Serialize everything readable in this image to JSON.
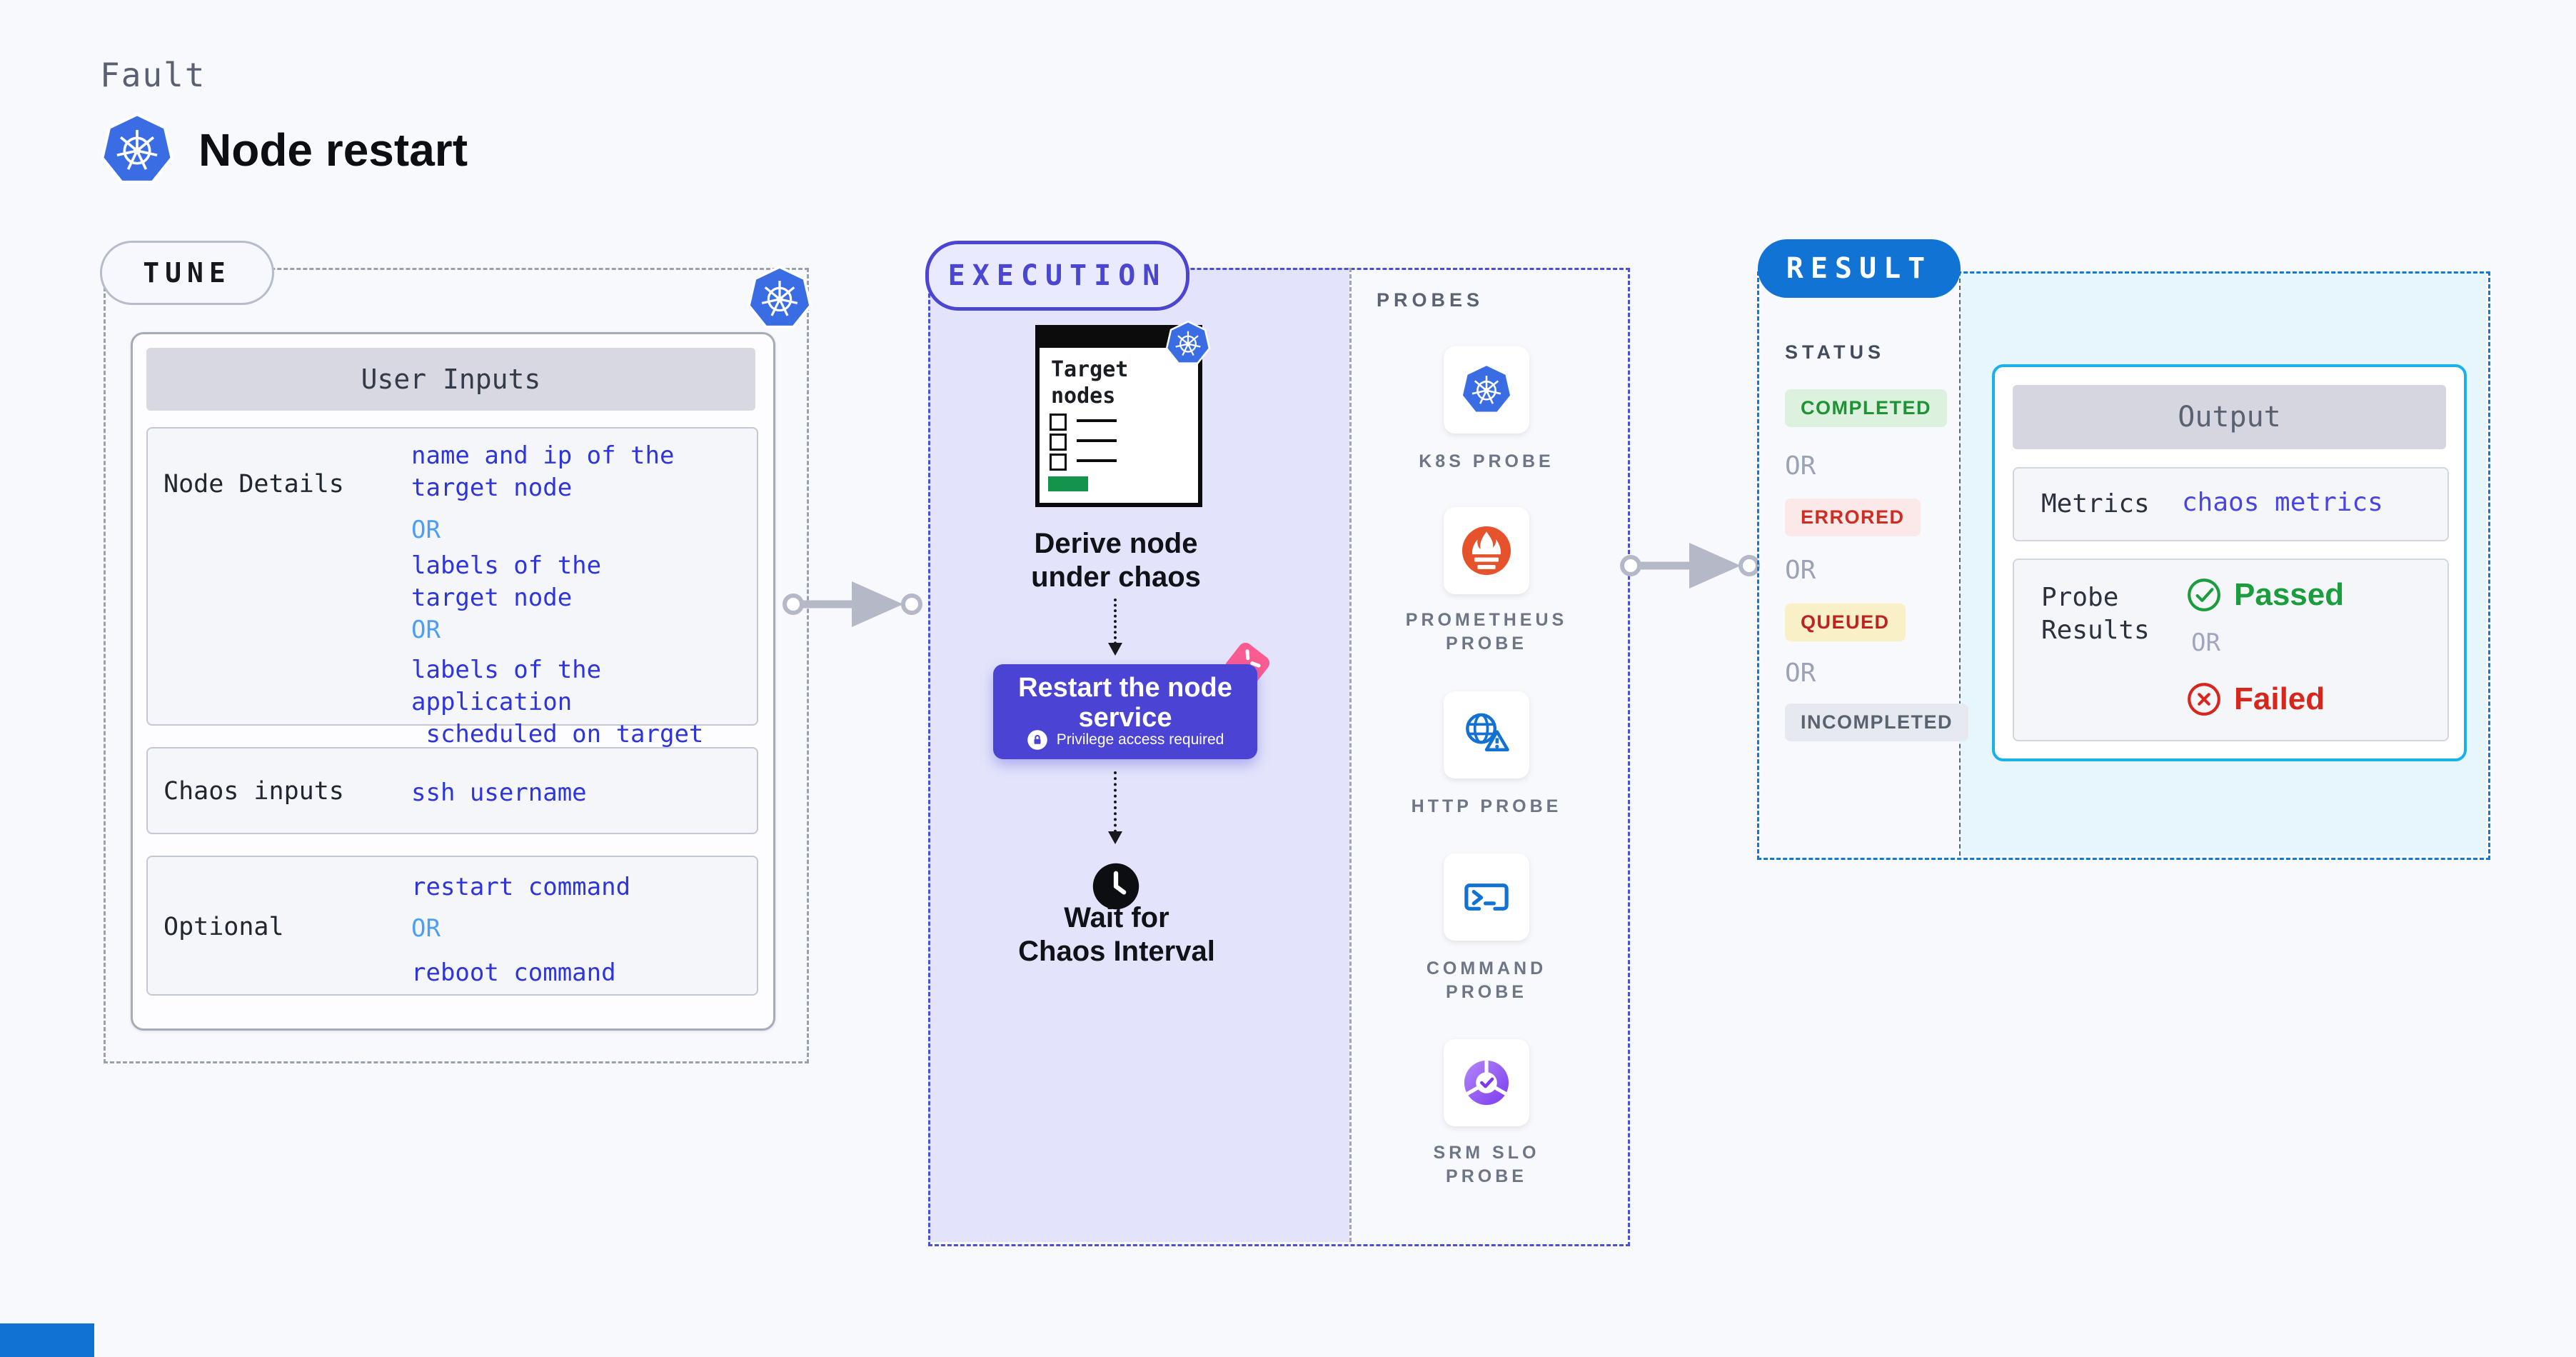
{
  "header": {
    "eyebrow": "Fault",
    "title": "Node restart"
  },
  "tune": {
    "pill": "TUNE",
    "table_header": "User Inputs",
    "or": "OR",
    "rows": [
      {
        "label": "Node Details",
        "values": [
          "name and ip of the\ntarget node",
          "labels of the\ntarget node",
          "labels of the application\n scheduled on target node"
        ]
      },
      {
        "label": "Chaos inputs",
        "values": [
          "ssh username"
        ]
      },
      {
        "label": "Optional",
        "values": [
          "restart command",
          "reboot command"
        ]
      }
    ]
  },
  "execution": {
    "pill": "EXECUTION",
    "doc_title": "Target nodes",
    "step1": "Derive node under chaos",
    "step2": "Restart the node service",
    "step2_note": "Privilege access required",
    "step3": "Wait for Chaos Interval"
  },
  "probes": {
    "heading": "PROBES",
    "items": [
      {
        "label": "K8S PROBE",
        "icon": "kubernetes-icon"
      },
      {
        "label": "PROMETHEUS\nPROBE",
        "icon": "prometheus-icon"
      },
      {
        "label": "HTTP PROBE",
        "icon": "globe-alert-icon"
      },
      {
        "label": "COMMAND\nPROBE",
        "icon": "terminal-icon"
      },
      {
        "label": "SRM SLO\nPROBE",
        "icon": "slo-pie-icon"
      }
    ]
  },
  "result": {
    "pill": "RESULT",
    "status_heading": "STATUS",
    "or": "OR",
    "statuses": [
      "COMPLETED",
      "ERRORED",
      "QUEUED",
      "INCOMPLETED"
    ],
    "output": {
      "header": "Output",
      "metrics_label": "Metrics",
      "metrics_value": "chaos metrics",
      "probe_label": "Probe Results",
      "passed": "Passed",
      "failed": "Failed",
      "or": "OR"
    }
  },
  "colors": {
    "page_bg": "#f8f9fd",
    "indigo_accent": "#4a46d2",
    "execution_fill": "#e3e4fb",
    "result_blue": "#1173d4",
    "output_border_cyan": "#18b2e8",
    "result_fill": "#e7f6fd",
    "value_blue": "#2e35da",
    "or_light_blue": "#4d9ef5",
    "completed_green": "#1d9334",
    "errored_red": "#cf2d22",
    "queued_yellow_bg": "#faf0c8",
    "passed_green": "#1b9c3d",
    "failed_red": "#d7271d",
    "kubernetes_blue": "#3a6de4",
    "prometheus_orange": "#e6522c",
    "chaos_pink": "#fa5c91"
  }
}
